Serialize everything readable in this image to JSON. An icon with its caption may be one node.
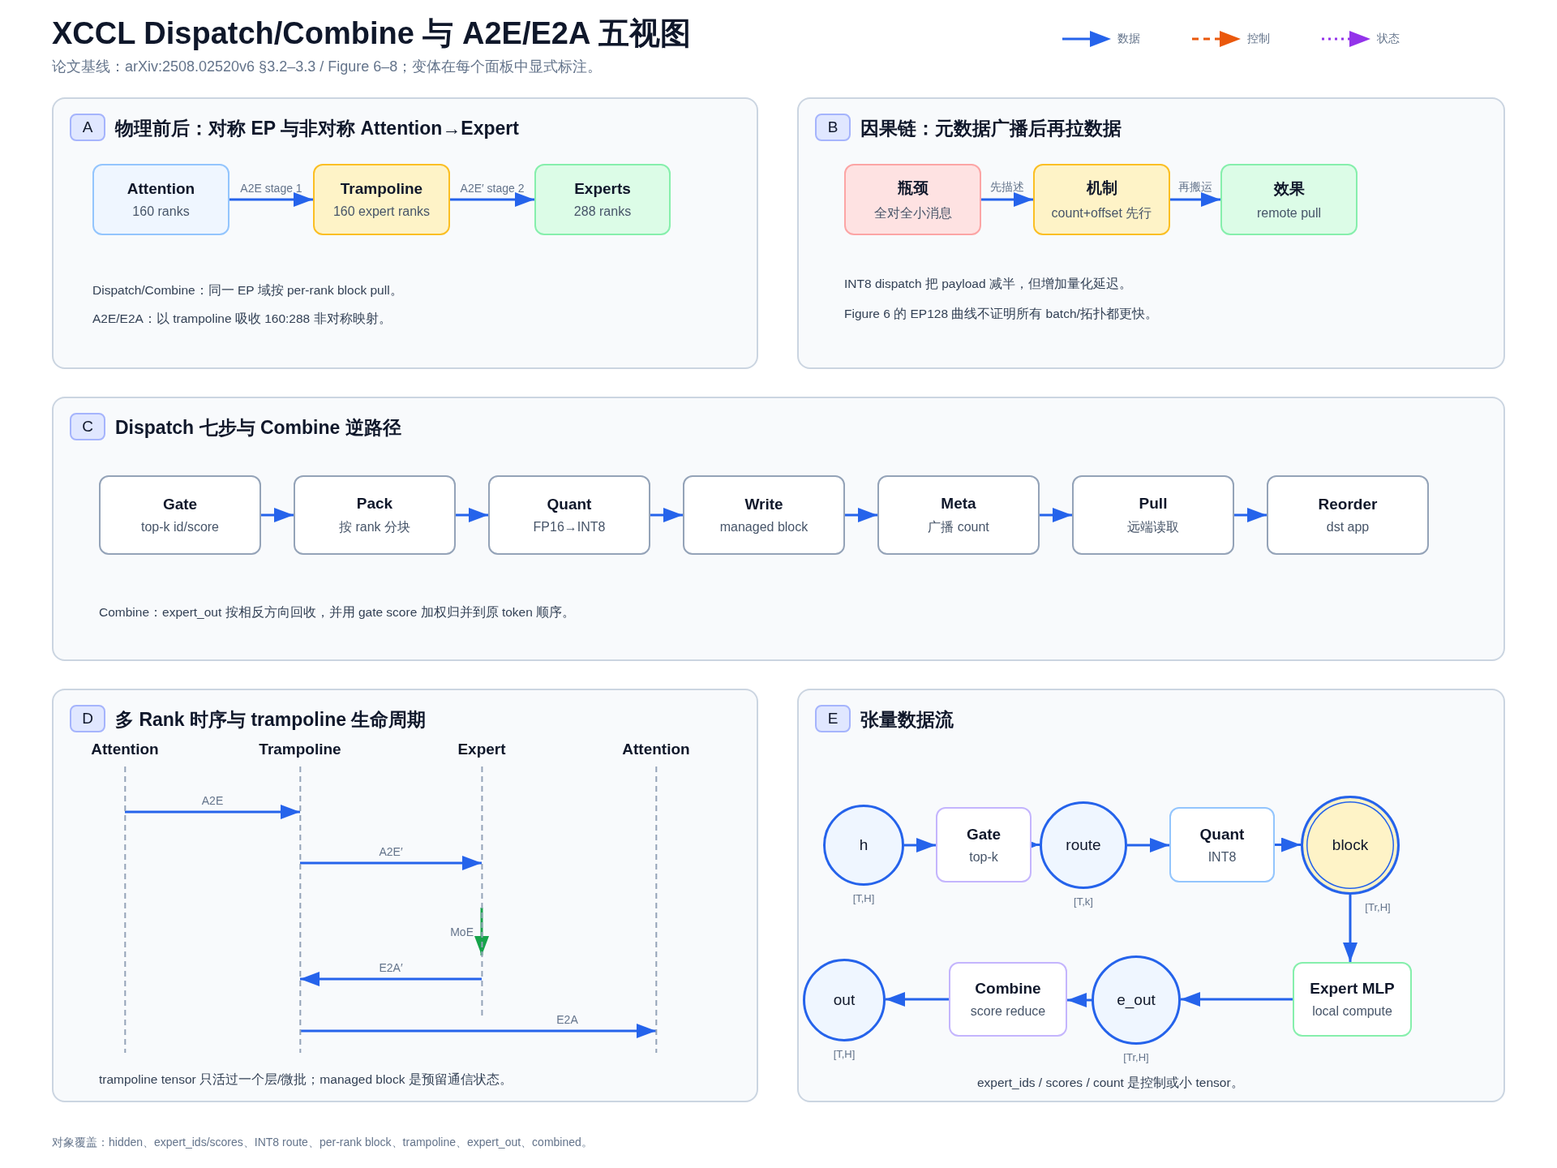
{
  "diagram": {
    "title": "XCCL Dispatch/Combine 与 A2E/E2A 五视图",
    "nodes": [
      {
        "text": [
          "物理前后：对称 EP 与非对称 Attention→Expert",
          "Dispatch/Combine：同一 EP 域按 per-rank block pull。",
          "A2E/E2A：以 trampoline 吸收 160:288 非对称映射。"
        ]
      },
      {
        "text": [
          "A"
        ],
        "in": 0
      },
      {
        "text": [
          "Attention",
          "160 ranks"
        ],
        "in": 0
      },
      {
        "text": [
          "Trampoline",
          "160 expert ranks"
        ],
        "in": 0
      },
      {
        "text": [
          "Experts",
          "288 ranks"
        ],
        "in": 0
      },
      {
        "text": [
          "因果链：元数据广播后再拉数据",
          "INT8 dispatch 把 payload 减半，但增加量化延迟。",
          "Figure 6 的 EP128 曲线不证明所有 batch/拓扑都更快。"
        ]
      },
      {
        "text": [
          "B"
        ],
        "in": 5
      },
      {
        "text": [
          "瓶颈",
          "全对全小消息"
        ],
        "in": 5
      },
      {
        "text": [
          "机制",
          "count+offset 先行"
        ],
        "in": 5
      },
      {
        "text": [
          "效果",
          "remote pull"
        ],
        "in": 5
      },
      {
        "text": [
          "Dispatch 七步与 Combine 逆路径",
          "Combine：expert_out 按相反方向回收，并用 gate score 加权归并到原 token 顺序。"
        ]
      },
      {
        "text": [
          "C"
        ],
        "in": 10
      },
      {
        "text": [
          "Gate",
          "top-k id/score"
        ],
        "in": 10
      },
      {
        "text": [
          "Pack",
          "按 rank 分块"
        ],
        "in": 10
      },
      {
        "text": [
          "Quant",
          "FP16→INT8"
        ],
        "in": 10
      },
      {
        "text": [
          "Write",
          "managed block"
        ],
        "in": 10
      },
      {
        "text": [
          "Meta",
          "广播 count"
        ],
        "in": 10
      },
      {
        "text": [
          "Pull",
          "远端读取"
        ],
        "in": 10
      },
      {
        "text": [
          "Reorder",
          "dst app"
        ],
        "in": 10
      },
      {
        "text": [
          "多 Rank 时序与 trampoline 生命周期",
          "trampoline tensor 只活过一个层/微批；managed block 是预留通信状态。"
        ]
      },
      {
        "text": [
          "D"
        ],
        "in": 19
      },
      {
        "text": [
          "Attention"
        ],
        "in": 19
      },
      {
        "text": [
          "Trampoline"
        ],
        "in": 19
      },
      {
        "text": [
          "Expert"
        ],
        "in": 19
      },
      {
        "text": [
          "Attention"
        ],
        "in": 19
      },
      {
        "text": [
          "张量数据流",
          "expert_ids / scores / count 是控制或小 tensor。"
        ]
      },
      {
        "text": [
          "E"
        ],
        "in": 25
      },
      {
        "text": [
          "h"
        ],
        "beside": [
          "[T,H]"
        ],
        "in": 25
      },
      {
        "text": [
          "Gate",
          "top-k"
        ],
        "in": 25
      },
      {
        "text": [
          "route"
        ],
        "beside": [
          "[T,k]"
        ],
        "in": 25
      },
      {
        "text": [
          "Quant",
          "INT8"
        ],
        "in": 25
      },
      {
        "text": [
          "block"
        ],
        "beside": [
          "[Tr,H]"
        ],
        "in": 25
      },
      {
        "text": [
          "Expert MLP",
          "local compute"
        ],
        "in": 25
      },
      {
        "text": [
          "e_out"
        ],
        "beside": [
          "[Tr,H]"
        ],
        "in": 25
      },
      {
        "text": [
          "Combine",
          "score reduce"
        ],
        "in": 25
      },
      {
        "text": [
          "out"
        ],
        "beside": [
          "[T,H]"
        ],
        "in": 25
      }
    ],
    "edges": [
      {
        "from": 2,
        "to": 3,
        "arrow": "to",
        "label": "A2E stage 1"
      },
      {
        "from": 3,
        "to": 4,
        "arrow": "to",
        "label": "A2E′ stage 2"
      },
      {
        "from": 7,
        "to": 8,
        "arrow": "to",
        "label": "先描述"
      },
      {
        "from": 8,
        "to": 9,
        "arrow": "to",
        "label": "再搬运"
      },
      {
        "from": 12,
        "to": 13,
        "arrow": "to"
      },
      {
        "from": 13,
        "to": 14,
        "arrow": "to"
      },
      {
        "from": 14,
        "to": 15,
        "arrow": "to"
      },
      {
        "from": 15,
        "to": 16,
        "arrow": "to"
      },
      {
        "from": 16,
        "to": 17,
        "arrow": "to"
      },
      {
        "from": 17,
        "to": 18,
        "arrow": "to"
      },
      {
        "from": 21,
        "to": 22,
        "arrow": "to",
        "label": "A2E"
      },
      {
        "from": 22,
        "to": 23,
        "arrow": "to",
        "label": "A2E′"
      },
      {
        "from": null,
        "to": 23,
        "arrow": "to",
        "label": "MoE",
        "color": "#16a34a"
      },
      {
        "from": 23,
        "to": 22,
        "arrow": "to",
        "label": "E2A′"
      },
      {
        "from": 22,
        "to": 24,
        "arrow": "to",
        "label": "E2A"
      },
      {
        "from": 27,
        "to": 28,
        "arrow": "to"
      },
      {
        "from": 28,
        "to": 29,
        "arrow": "to"
      },
      {
        "from": 29,
        "to": 30,
        "arrow": "to"
      },
      {
        "from": 30,
        "to": 31,
        "arrow": "to"
      },
      {
        "from": 31,
        "to": 32,
        "arrow": "to"
      },
      {
        "from": 32,
        "to": 33,
        "arrow": "to"
      },
      {
        "from": 33,
        "to": 34,
        "arrow": "to"
      },
      {
        "from": 34,
        "to": 35,
        "arrow": "to"
      }
    ],
    "labels": [
      "论文基线：arXiv:2508.02520v6 §3.2–3.3 / Figure 6–8；变体在每个面板中显式标注。",
      "对象覆盖：hidden、expert_ids/scores、INT8 route、per-rank block、trampoline、expert_out、combined。"
    ],
    "legend": [
      {
        "text": "数据"
      },
      {
        "text": "控制"
      },
      {
        "text": "状态"
      }
    ]
  }
}
